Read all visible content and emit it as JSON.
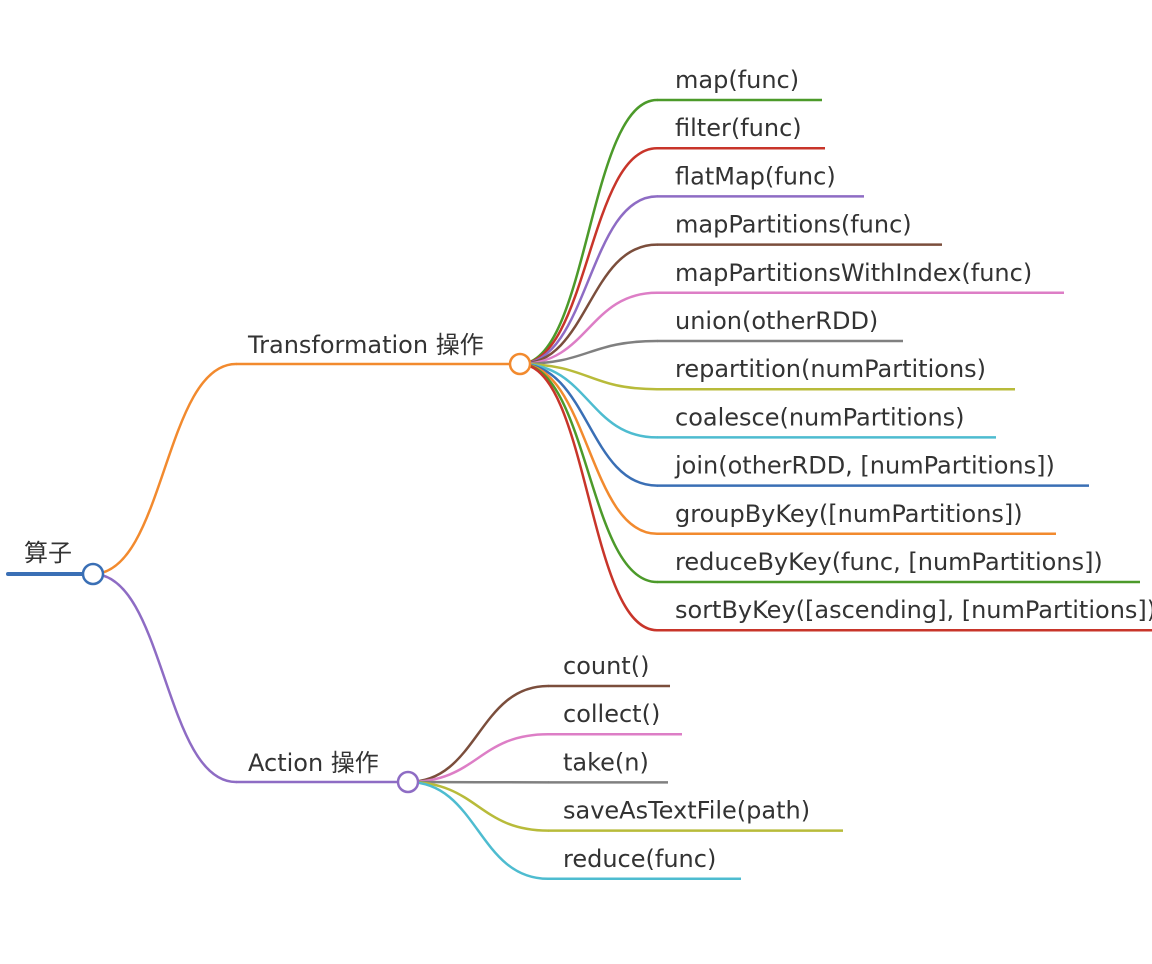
{
  "mindmap": {
    "root": {
      "label": "算子",
      "color": "#3a6fb5"
    },
    "branches": [
      {
        "label": "Transformation 操作",
        "color": "#f28a2e",
        "children": [
          {
            "label": "map(func)",
            "color": "#4c9a2a"
          },
          {
            "label": "filter(func)",
            "color": "#c8352a"
          },
          {
            "label": "flatMap(func)",
            "color": "#8e6cc4"
          },
          {
            "label": "mapPartitions(func)",
            "color": "#7b4e3c"
          },
          {
            "label": "mapPartitionsWithIndex(func)",
            "color": "#dd7ec6"
          },
          {
            "label": "union(otherRDD)",
            "color": "#808080"
          },
          {
            "label": "repartition(numPartitions)",
            "color": "#b8bb3a"
          },
          {
            "label": "coalesce(numPartitions)",
            "color": "#4ebcd0"
          },
          {
            "label": "join(otherRDD, [numPartitions])",
            "color": "#3a6fb5"
          },
          {
            "label": "groupByKey([numPartitions])",
            "color": "#f28a2e"
          },
          {
            "label": "reduceByKey(func, [numPartitions])",
            "color": "#4c9a2a"
          },
          {
            "label": "sortByKey([ascending], [numPartitions])",
            "color": "#c8352a"
          }
        ]
      },
      {
        "label": "Action 操作",
        "color": "#8e6cc4",
        "children": [
          {
            "label": "count()",
            "color": "#7b4e3c"
          },
          {
            "label": "collect()",
            "color": "#dd7ec6"
          },
          {
            "label": "take(n)",
            "color": "#808080"
          },
          {
            "label": "saveAsTextFile(path)",
            "color": "#b8bb3a"
          },
          {
            "label": "reduce(func)",
            "color": "#4ebcd0"
          }
        ]
      }
    ]
  }
}
